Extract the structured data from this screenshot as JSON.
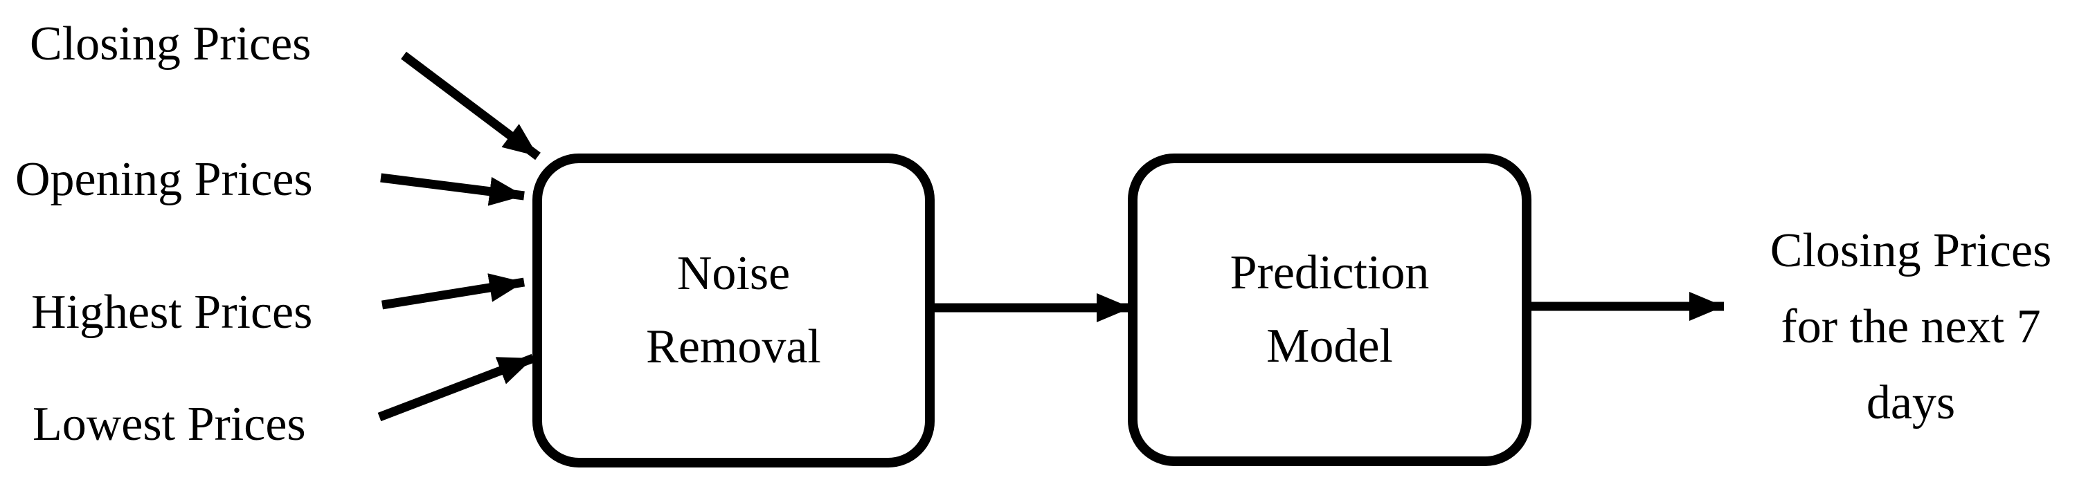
{
  "figure": {
    "colors": {
      "ink": "#000000",
      "background": "#ffffff"
    },
    "inputs": [
      {
        "label": "Closing Prices"
      },
      {
        "label": "Opening Prices"
      },
      {
        "label": "Highest Prices"
      },
      {
        "label": "Lowest Prices"
      }
    ],
    "stages": [
      {
        "lines": [
          "Noise",
          "Removal"
        ]
      },
      {
        "lines": [
          "Prediction",
          "Model"
        ]
      }
    ],
    "output": {
      "lines": [
        "Closing Prices",
        "for the next 7",
        "days"
      ]
    }
  }
}
